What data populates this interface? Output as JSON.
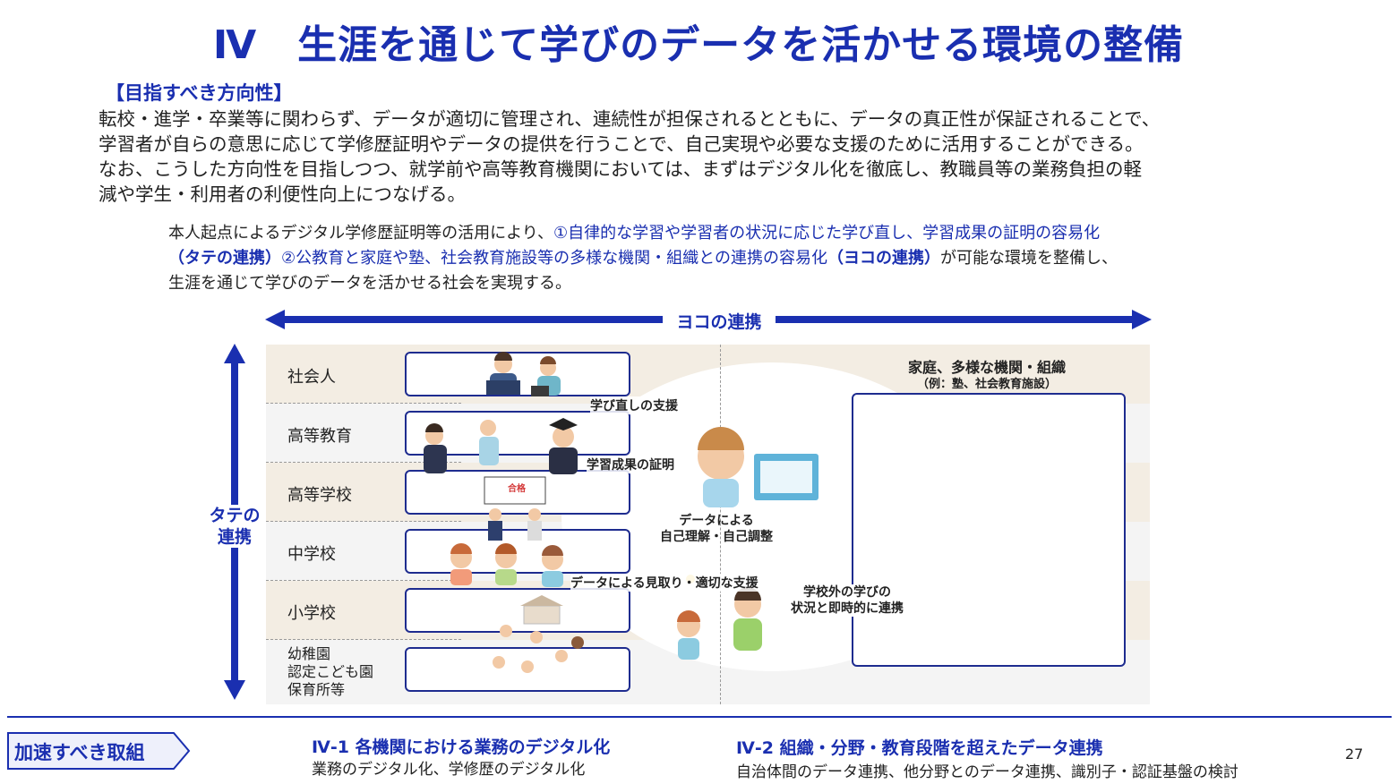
{
  "title": "Ⅳ　生涯を通じて学びのデータを活かせる環境の整備",
  "direction": {
    "heading": "【目指すべき方向性】",
    "lines": [
      "転校・進学・卒業等に関わらず、データが適切に管理され、連続性が担保されるとともに、データの真正性が保証されることで、",
      "学習者が自らの意思に応じて学修歴証明やデータの提供を行うことで、自己実現や必要な支援のために活用することができる。",
      "なお、こうした方向性を目指しつつ、就学前や高等教育機関においては、まずはデジタル化を徹底し、教職員等の業務負担の軽",
      "減や学生・利用者の利便性向上につなげる。"
    ]
  },
  "summary": {
    "l1_a": "本人起点によるデジタル学修歴証明等の活用により、",
    "l1_b": "①自律的な学習や学習者の状況に応じた学び直し、学習成果の証明の容易化",
    "l2_a": "（タテの連携）",
    "l2_b": "②公教育と家庭や塾、社会教育施設等の多様な機関・組織との連携の容易化",
    "l2_c": "（ヨコの連携）",
    "l2_d": "が可能な環境を整備し、",
    "l3": "生涯を通じて学びのデータを活かせる社会を実現する。"
  },
  "diagram": {
    "horizontal_label": "ヨコの連携",
    "vertical_label_1": "タテの",
    "vertical_label_2": "連携",
    "stages": [
      "社会人",
      "高等教育",
      "高等学校",
      "中学校",
      "小学校"
    ],
    "preschool": [
      "幼稚園",
      "認定こども園",
      "保育所等"
    ],
    "ann_relearn": "学び直しの支援",
    "ann_proof": "学習成果の証明",
    "ann_self_1": "データによる",
    "ann_self_2": "自己理解・自己調整",
    "ann_support": "データによる見取り・適切な支援",
    "ann_outside_1": "学校外の学びの",
    "ann_outside_2": "状況と即時的に連携",
    "family_title": "家庭、多様な機関・組織",
    "family_sub": "（例：塾、社会教育施設）",
    "pass_sign": "合格"
  },
  "bottom": {
    "accel_label": "加速すべき取組",
    "item1_title": "Ⅳ-1 各機関における業務のデジタル化",
    "item1_desc": "業務のデジタル化、学修歴のデジタル化",
    "item2_title": "Ⅳ-2 組織・分野・教育段階を超えたデータ連携",
    "item2_desc": "自治体間のデータ連携、他分野とのデータ連携、識別子・認証基盤の検討",
    "page_number": "27"
  },
  "colors": {
    "accent": "#1a2fb0",
    "box_border": "#1e2c8f",
    "band_beige": "#f3ede3",
    "band_gray": "#f4f4f4"
  },
  "icons": [
    "arrow-left-right-icon",
    "arrow-up-down-icon",
    "tag-arrow-icon"
  ]
}
